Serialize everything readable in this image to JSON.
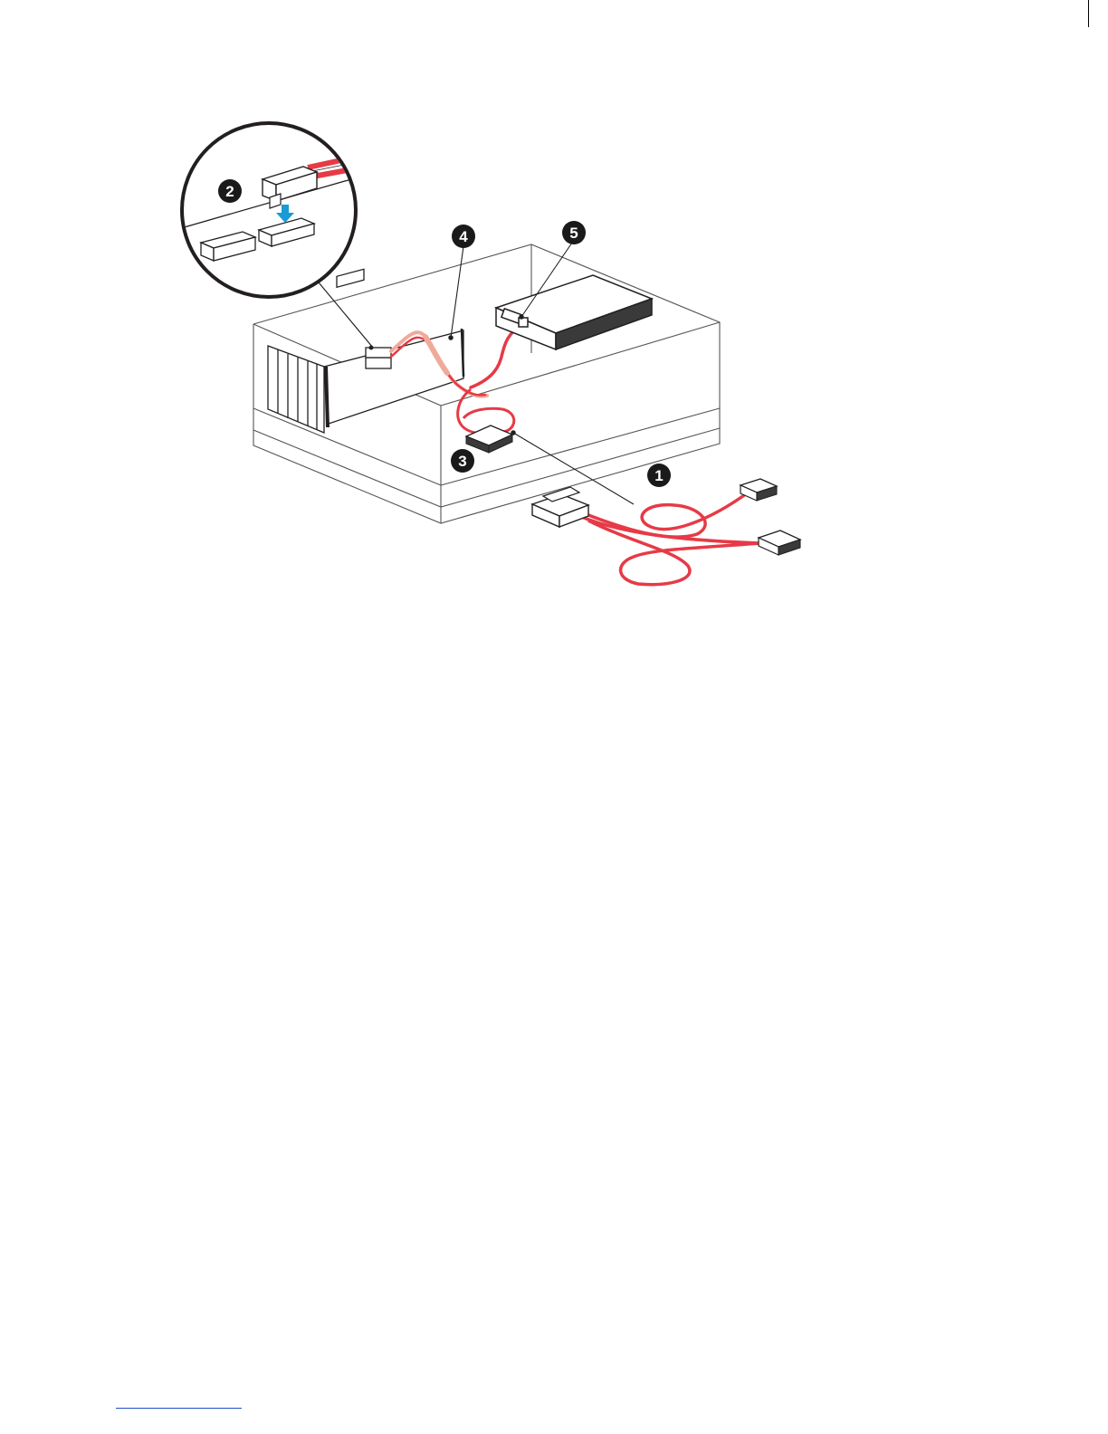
{
  "figure": {
    "callouts": [
      {
        "id": "1",
        "label": "1"
      },
      {
        "id": "2",
        "label": "2"
      },
      {
        "id": "3",
        "label": "3"
      },
      {
        "id": "4",
        "label": "4"
      },
      {
        "id": "5",
        "label": "5"
      }
    ],
    "colors": {
      "cable": "#e63a46",
      "cable_faded": "#efaa9a",
      "callout_fill": "#1a1a1a",
      "callout_text": "#ffffff",
      "arrow": "#1a9ad6",
      "outline": "#231f20",
      "chassis_line": "#555555",
      "footer_rule": "#1f4fc9"
    },
    "icons": [
      "down-arrow-icon"
    ]
  }
}
